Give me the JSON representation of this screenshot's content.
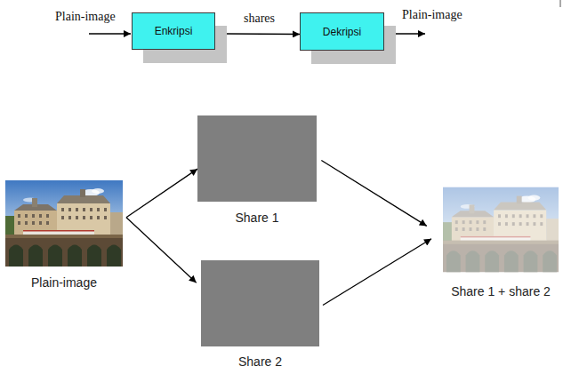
{
  "diagram": {
    "nodes": [
      {
        "text": [
          "Enkripsi"
        ]
      },
      {
        "text": [
          "Dekripsi"
        ]
      },
      {
        "text": [
          "Plain-image"
        ]
      },
      {
        "text": [
          "Share 1"
        ]
      },
      {
        "text": [
          "Share 2"
        ]
      },
      {
        "text": [
          "Share 1 + share 2"
        ]
      }
    ],
    "edges": [
      {
        "from": 0,
        "to": 1,
        "label": "shares",
        "arrow": "to"
      },
      {
        "from": 2,
        "to": 3,
        "arrow": "to"
      },
      {
        "from": 2,
        "to": 4,
        "arrow": "to"
      },
      {
        "from": 3,
        "to": 5,
        "arrow": "to"
      },
      {
        "from": 4,
        "to": 5,
        "arrow": "to"
      }
    ],
    "labels": [
      "Plain-image",
      "Plain-image"
    ]
  }
}
